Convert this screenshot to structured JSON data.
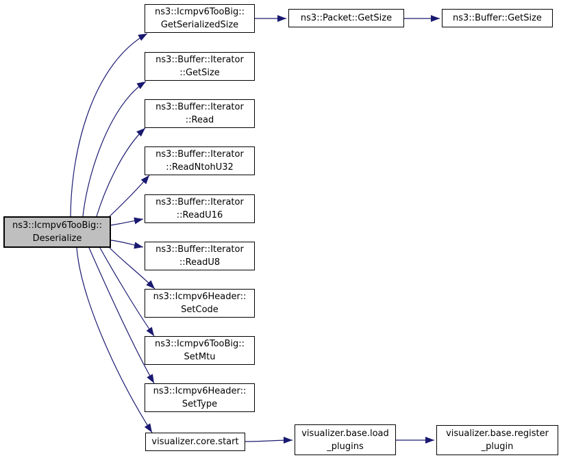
{
  "diagram": {
    "type": "doxygen-call-graph",
    "edge_color": "#191970",
    "node_border_color": "#000000",
    "node_fill": "#ffffff",
    "highlighted_node_fill": "#bfbfbf"
  },
  "nodes": {
    "deserialize": {
      "lines": [
        "ns3::Icmpv6TooBig::",
        "Deserialize"
      ],
      "highlighted": true
    },
    "get_serialized_size": {
      "lines": [
        "ns3::Icmpv6TooBig::",
        "GetSerializedSize"
      ]
    },
    "iter_get_size": {
      "lines": [
        "ns3::Buffer::Iterator",
        "::GetSize"
      ]
    },
    "iter_read": {
      "lines": [
        "ns3::Buffer::Iterator",
        "::Read"
      ]
    },
    "read_ntoh_u32": {
      "lines": [
        "ns3::Buffer::Iterator",
        "::ReadNtohU32"
      ]
    },
    "read_u16": {
      "lines": [
        "ns3::Buffer::Iterator",
        "::ReadU16"
      ]
    },
    "read_u8": {
      "lines": [
        "ns3::Buffer::Iterator",
        "::ReadU8"
      ]
    },
    "set_code": {
      "lines": [
        "ns3::Icmpv6Header::",
        "SetCode"
      ]
    },
    "set_mtu": {
      "lines": [
        "ns3::Icmpv6TooBig::",
        "SetMtu"
      ]
    },
    "set_type": {
      "lines": [
        "ns3::Icmpv6Header::",
        "SetType"
      ]
    },
    "core_start": {
      "lines": [
        "visualizer.core.start"
      ]
    },
    "packet_get_size": {
      "lines": [
        "ns3::Packet::GetSize"
      ]
    },
    "buffer_get_size": {
      "lines": [
        "ns3::Buffer::GetSize"
      ]
    },
    "load_plugins": {
      "lines": [
        "visualizer.base.load",
        "_plugins"
      ]
    },
    "register_plugin": {
      "lines": [
        "visualizer.base.register",
        "_plugin"
      ]
    }
  },
  "edges": [
    {
      "from": "deserialize",
      "to": "get_serialized_size"
    },
    {
      "from": "deserialize",
      "to": "iter_get_size"
    },
    {
      "from": "deserialize",
      "to": "iter_read"
    },
    {
      "from": "deserialize",
      "to": "read_ntoh_u32"
    },
    {
      "from": "deserialize",
      "to": "read_u16"
    },
    {
      "from": "deserialize",
      "to": "read_u8"
    },
    {
      "from": "deserialize",
      "to": "set_code"
    },
    {
      "from": "deserialize",
      "to": "set_mtu"
    },
    {
      "from": "deserialize",
      "to": "set_type"
    },
    {
      "from": "deserialize",
      "to": "core_start"
    },
    {
      "from": "get_serialized_size",
      "to": "packet_get_size"
    },
    {
      "from": "packet_get_size",
      "to": "buffer_get_size"
    },
    {
      "from": "core_start",
      "to": "load_plugins"
    },
    {
      "from": "load_plugins",
      "to": "register_plugin"
    }
  ]
}
